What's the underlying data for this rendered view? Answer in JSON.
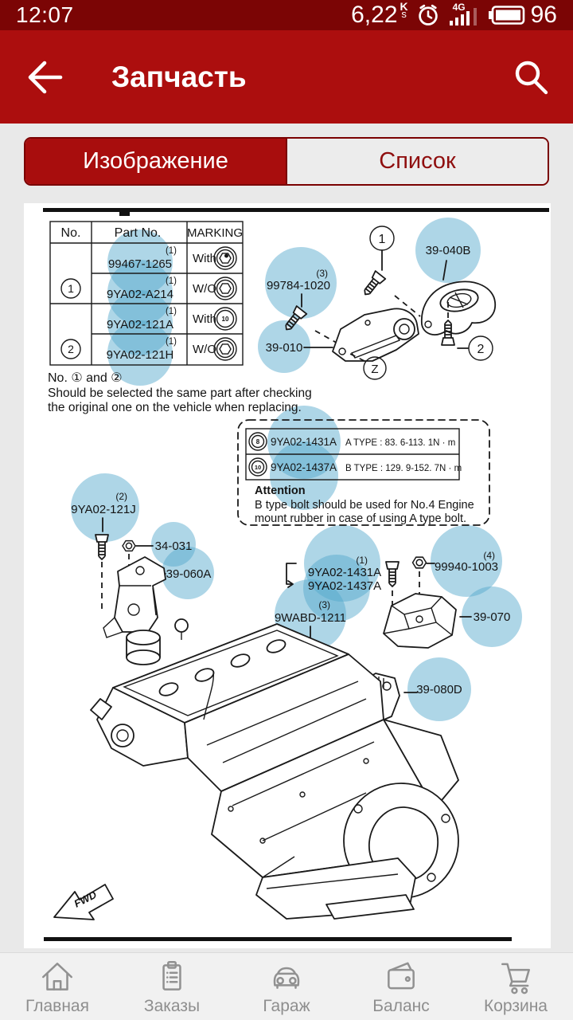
{
  "status_bar": {
    "time": "12:07",
    "net_speed": "6,22",
    "net_speed_unit_top": "K",
    "net_speed_unit_bottom": "s",
    "network_badge": "4G",
    "battery_percent": "96"
  },
  "app_bar": {
    "title": "Запчасть"
  },
  "tabs": {
    "image_tab": "Изображение",
    "list_tab": "Список"
  },
  "diagram": {
    "table": {
      "headers": {
        "no": "No.",
        "part": "Part No.",
        "marking": "MARKING"
      },
      "group1_no": "1",
      "group2_no": "2",
      "rows": [
        {
          "qty": "(1)",
          "part": "99467-1265",
          "marking": "With"
        },
        {
          "qty": "(1)",
          "part": "9YA02-A214",
          "marking": "W/O"
        },
        {
          "qty": "(1)",
          "part": "9YA02-121A",
          "marking": "With",
          "mark_text": "10"
        },
        {
          "qty": "(1)",
          "part": "9YA02-121H",
          "marking": "W/O"
        }
      ]
    },
    "note_line1": "No. ① and ②",
    "note_line2": "Should be selected the same part after checking",
    "note_line3": "the original one on the vehicle when replacing.",
    "attention": {
      "rows": [
        {
          "icon": "8",
          "part": "9YA02-1431A",
          "spec": "A TYPE : 83. 6-113. 1N · m"
        },
        {
          "icon": "10",
          "part": "9YA02-1437A",
          "spec": "B TYPE : 129. 9-152. 7N · m"
        }
      ],
      "title": "Attention",
      "line1": "B type bolt should be used for No.4 Engine",
      "line2": "mount rubber in case of using A type bolt."
    },
    "callout_1": "1",
    "callout_2": "2",
    "callout_z": "Z",
    "labels": {
      "p39040b": "39-040B",
      "q99784": "(3)",
      "p99784": "99784-1020",
      "p39010": "39-010",
      "q121j": "(2)",
      "p121j": "9YA02-121J",
      "p34031": "34-031",
      "p39060a": "39-060A",
      "q1431": "(1)",
      "p1431a": "9YA02-1431A",
      "p1437a": "9YA02-1437A",
      "q99940": "(4)",
      "p99940": "99940-1003",
      "p39070": "39-070",
      "qwabd": "(3)",
      "pwabd": "9WABD-1211",
      "p39080d": "39-080D"
    },
    "fwd_label": "FWD"
  },
  "bottom_nav": {
    "items": [
      {
        "label": "Главная"
      },
      {
        "label": "Заказы"
      },
      {
        "label": "Гараж"
      },
      {
        "label": "Баланс"
      },
      {
        "label": "Корзина"
      }
    ]
  },
  "colors": {
    "status_bar_red": "#7B0505",
    "app_bar_red": "#AC0E0E",
    "tab_border_red": "#7A0101",
    "tab_inactive_text": "#8F0E0E",
    "highlight_blue": "#53A8CD",
    "nav_gray": "#8E8E8E"
  }
}
